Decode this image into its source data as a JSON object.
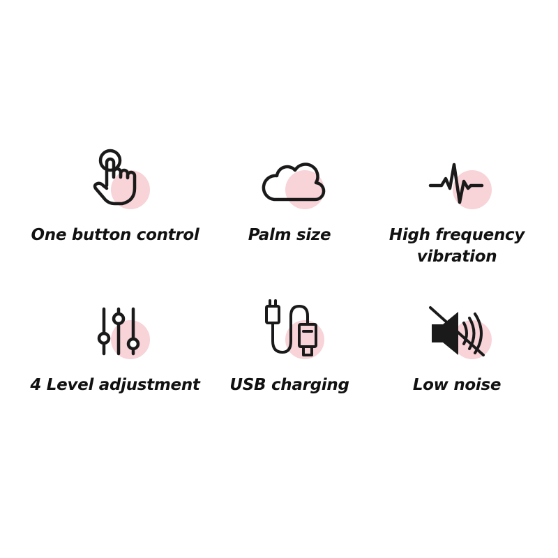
{
  "colors": {
    "accent_circle": "#f8d3d8",
    "icon_stroke": "#1a1a1a",
    "text": "#111111",
    "background": "#ffffff"
  },
  "features": [
    {
      "icon": "finger-press-icon",
      "lines": [
        "One button control"
      ]
    },
    {
      "icon": "cloud-icon",
      "lines": [
        "Palm size"
      ]
    },
    {
      "icon": "heartbeat-wave-icon",
      "lines": [
        "High frequency",
        "vibration"
      ]
    },
    {
      "icon": "equalizer-sliders-icon",
      "lines": [
        "4 Level adjustment"
      ]
    },
    {
      "icon": "usb-cable-icon",
      "lines": [
        "USB charging"
      ]
    },
    {
      "icon": "muted-speaker-icon",
      "lines": [
        "Low noise"
      ]
    }
  ]
}
